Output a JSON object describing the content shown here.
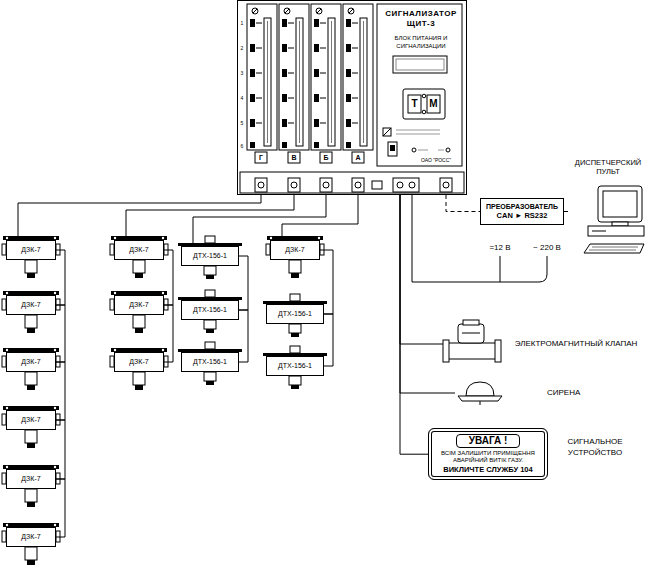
{
  "diagram": {
    "nodes": [
      {
        "text": [
          "СИГНАЛИЗАТОР ЩИТ-3",
          "БЛОК ПИТАНИЯ И СИГНАЛИЗАЦИИ"
        ]
      },
      {
        "text": [
          "ДЗК-7"
        ]
      },
      {
        "text": [
          "ДЗК-7"
        ]
      },
      {
        "text": [
          "ДЗК-7"
        ]
      },
      {
        "text": [
          "ДЗК-7"
        ]
      },
      {
        "text": [
          "ДЗК-7"
        ]
      },
      {
        "text": [
          "ДЗК-7"
        ]
      },
      {
        "text": [
          "ДЗК-7"
        ]
      },
      {
        "text": [
          "ДЗК-7"
        ]
      },
      {
        "text": [
          "ДЗК-7"
        ]
      },
      {
        "text": [
          "ДТХ-156-1"
        ]
      },
      {
        "text": [
          "ДТХ-156-1"
        ]
      },
      {
        "text": [
          "ДТХ-156-1"
        ]
      },
      {
        "text": [
          "ДЗК-7"
        ]
      },
      {
        "text": [
          "ДТХ-156-1"
        ]
      },
      {
        "text": [
          "ДТХ-156-1"
        ]
      },
      {
        "text": [
          "ПРЕОБРАЗОВАТЕЛЬ",
          "CAN ► RS232"
        ]
      },
      {
        "text": [
          "ДИСПЕТЧЕРСКИЙ ПУЛЬТ"
        ]
      },
      {
        "text": [
          "ЭЛЕКТРОМАГНИТНЫЙ КЛАПАН"
        ]
      },
      {
        "text": [
          "СИРЕНА"
        ]
      },
      {
        "text": [
          "УВАГА !",
          "ВСІМ ЗАЛИШИТИ ПРИМІЩЕННЯ АВАРІЙНИЙ ВИТІК ГАЗУ.",
          "ВИКЛИЧТЕ СЛУЖБУ 104"
        ]
      }
    ],
    "edges": [
      {
        "from": 0,
        "to": 1,
        "arrow": "none"
      },
      {
        "from": 1,
        "to": 2,
        "arrow": "none"
      },
      {
        "from": 2,
        "to": 3,
        "arrow": "none"
      },
      {
        "from": 3,
        "to": 4,
        "arrow": "none"
      },
      {
        "from": 4,
        "to": 5,
        "arrow": "none"
      },
      {
        "from": 5,
        "to": 6,
        "arrow": "none"
      },
      {
        "from": 0,
        "to": 7,
        "arrow": "none"
      },
      {
        "from": 7,
        "to": 8,
        "arrow": "none"
      },
      {
        "from": 8,
        "to": 9,
        "arrow": "none"
      },
      {
        "from": 0,
        "to": 10,
        "arrow": "none"
      },
      {
        "from": 10,
        "to": 11,
        "arrow": "none"
      },
      {
        "from": 11,
        "to": 12,
        "arrow": "none"
      },
      {
        "from": 0,
        "to": 13,
        "arrow": "none"
      },
      {
        "from": 13,
        "to": 14,
        "arrow": "none"
      },
      {
        "from": 14,
        "to": 15,
        "arrow": "none"
      },
      {
        "from": 0,
        "to": 16,
        "arrow": "none"
      },
      {
        "from": 16,
        "to": 17,
        "arrow": "none"
      },
      {
        "from": 0,
        "to": 18,
        "arrow": "none"
      },
      {
        "from": 0,
        "to": 19,
        "arrow": "none"
      },
      {
        "from": 0,
        "to": 20,
        "arrow": "none"
      }
    ],
    "labels": [
      "1",
      "2",
      "3",
      "4",
      "5",
      "6",
      "Г",
      "В",
      "Б",
      "А",
      "Т",
      "М",
      "ОАО \"РОСС\"",
      "=12 В",
      "~ 220 В",
      "СИГНАЛЬНОЕ УСТРОЙСТВО"
    ]
  }
}
